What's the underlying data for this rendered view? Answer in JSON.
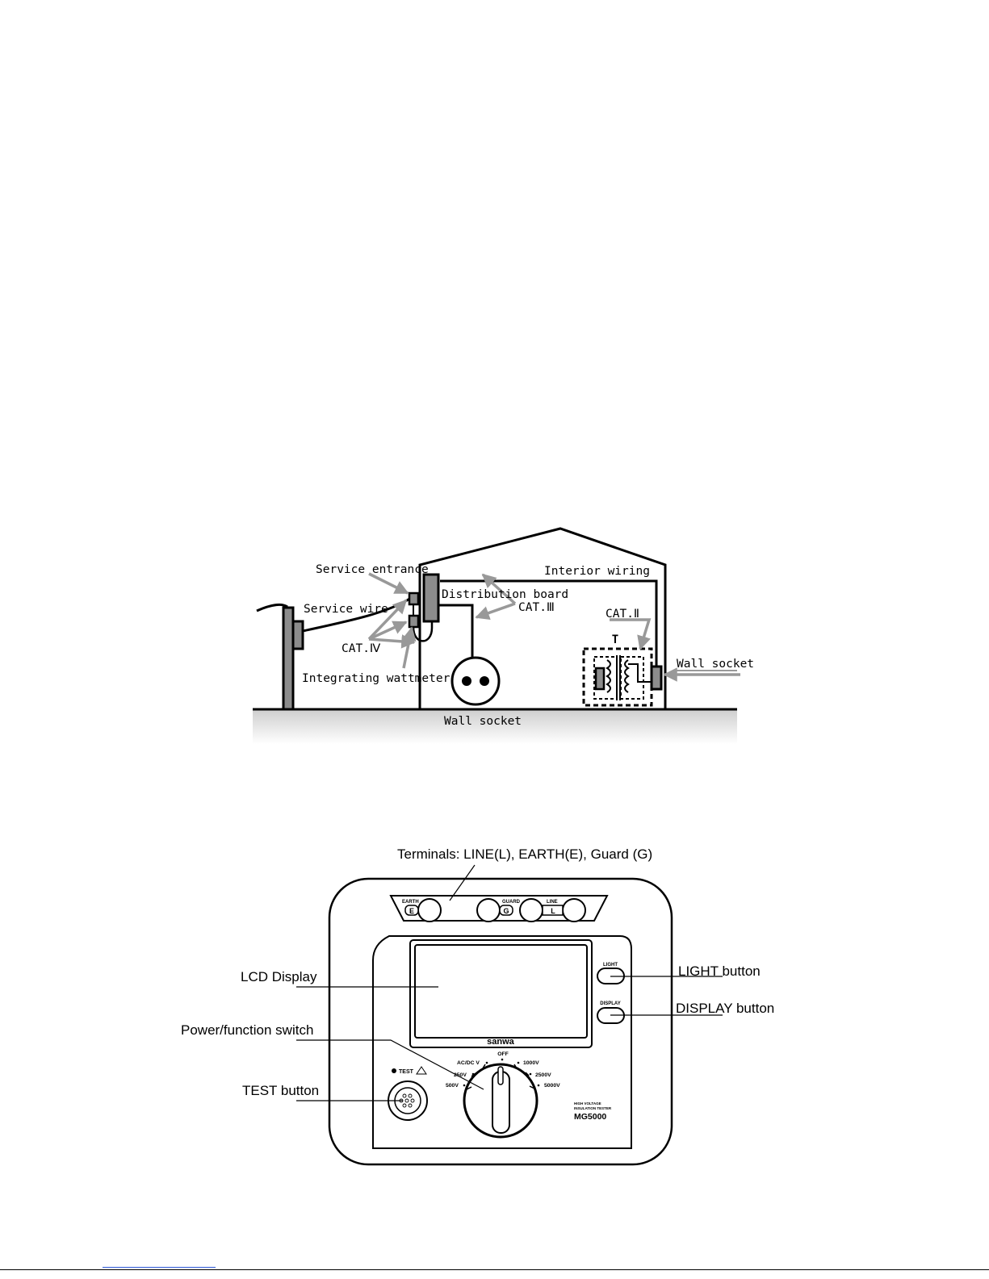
{
  "category_diagram": {
    "labels": {
      "service_entrance": "Service entrance",
      "service_wire": "Service wire",
      "interior_wiring": "Interior wiring",
      "distribution_board": "Distribution board",
      "cat3": "CAT.Ⅲ",
      "cat2": "CAT.Ⅱ",
      "cat4": "CAT.Ⅳ",
      "integrating_wattmeter": "Integrating wattmeter",
      "wall_socket_right": "Wall socket",
      "wall_socket_ground": "Wall socket",
      "transformer_symbol": "T"
    }
  },
  "device_diagram": {
    "callouts": {
      "terminals": "Terminals: LINE(L), EARTH(E), Guard (G)",
      "lcd": "LCD Display",
      "power_switch": "Power/function switch",
      "test_button": "TEST button",
      "light_button": "LIGHT button",
      "display_button": "DISPLAY button"
    },
    "panel": {
      "earth_label": "EARTH",
      "earth_letter": "E",
      "guard_label": "GUARD",
      "guard_letter": "G",
      "line_label": "LINE",
      "line_letter": "L",
      "brand": "sanwa",
      "light_key": "LIGHT",
      "display_key": "DISPLAY",
      "test_key": "TEST",
      "model_line1": "HIGH VOLTAGE",
      "model_line2": "INSULATION TESTER",
      "model": "MG5000"
    },
    "dial_positions": {
      "off": "OFF",
      "acdc": "AC/DC V",
      "v250": "250V",
      "v500": "500V",
      "v1000": "1000V",
      "v2500": "2500V",
      "v5000": "5000V"
    }
  },
  "colors": {
    "line": "#000000",
    "arrow_gray": "#999999",
    "fill_gray": "#8c8c8c",
    "footer_link": "#2b57d6"
  }
}
